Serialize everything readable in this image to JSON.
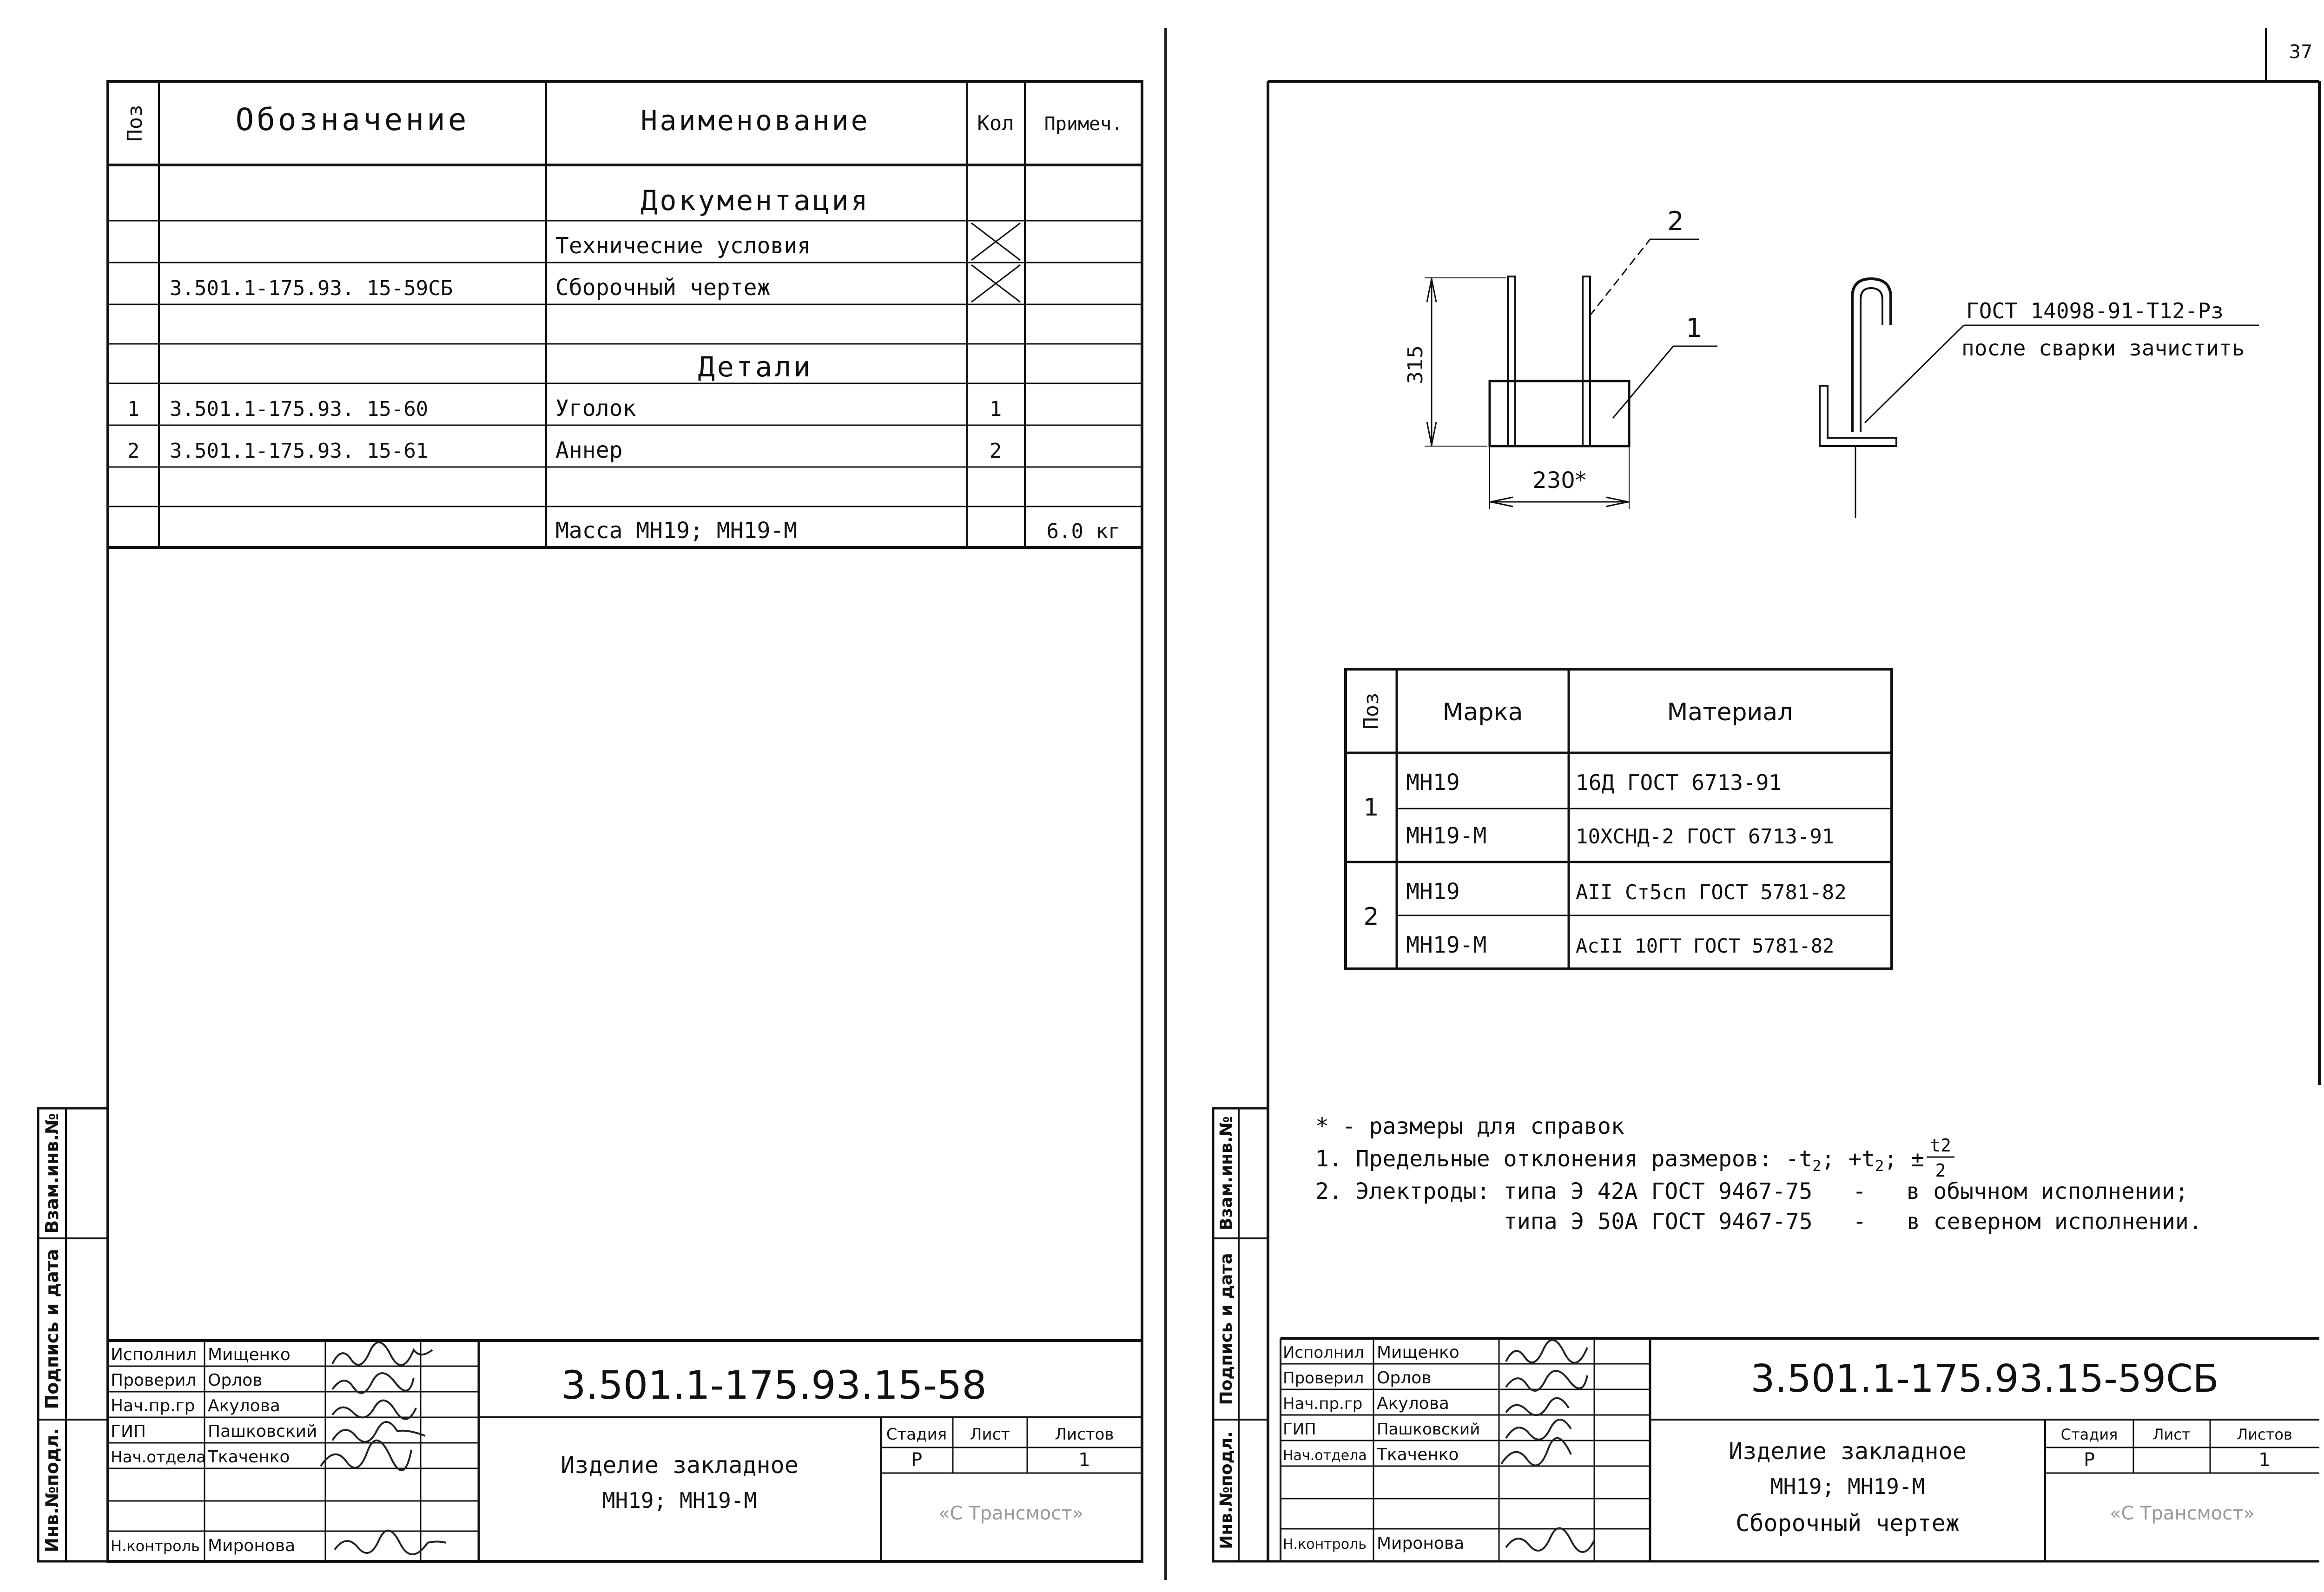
{
  "page_number": "37",
  "left": {
    "spec": {
      "headers": {
        "pos": "Поз",
        "designation": "Обозначение",
        "name": "Наименование",
        "qty": "Кол",
        "note": "Примеч."
      },
      "section_docs": "Документация",
      "rows_docs": [
        {
          "designation": "",
          "name": "Техничесние условия",
          "qty": "",
          "note": ""
        },
        {
          "designation": "3.501.1-175.93.   15-59СБ",
          "name": "Сборочный чертеж",
          "qty": "",
          "note": ""
        }
      ],
      "section_parts": "Детали",
      "rows_parts": [
        {
          "pos": "1",
          "designation": "3.501.1-175.93.   15-60",
          "name": "Уголок",
          "qty": "1",
          "note": ""
        },
        {
          "pos": "2",
          "designation": "3.501.1-175.93.   15-61",
          "name": "Аннер",
          "qty": "2",
          "note": ""
        }
      ],
      "mass": {
        "name": "Масса МН19; МН19-М",
        "note": "6.0 кг"
      }
    },
    "side_labels": {
      "inv_sub": "Инв.№подл.",
      "sign_date": "Подпись и дата",
      "vzam": "Взам.инв.№"
    },
    "title_block": {
      "roles": [
        {
          "role": "Исполнил",
          "person": "Мищенко"
        },
        {
          "role": "Проверил",
          "person": "Орлов"
        },
        {
          "role": "Нач.пр.гр",
          "person": "Акулова"
        },
        {
          "role": "ГИП",
          "person": "Пашковский"
        },
        {
          "role": "Нач.отдела",
          "person": "Ткаченко"
        },
        {
          "role": "",
          "person": ""
        },
        {
          "role": "Н.контроль",
          "person": "Миронова"
        }
      ],
      "code": "3.501.1-175.93.15-58",
      "title_line1": "Изделие закладное",
      "title_line2": "МН19; МН19-М",
      "title_line3": "",
      "stage_label": "Стадия",
      "sheet_label": "Лист",
      "sheets_label": "Листов",
      "stage": "Р",
      "sheet": "",
      "sheets": "1",
      "org": "«С Трансмост»"
    }
  },
  "right": {
    "drawing": {
      "callout_1": "1",
      "callout_2": "2",
      "dim_height": "315",
      "dim_width": "230*",
      "weld_note_1": "ГОСТ 14098-91-Т12-Рз",
      "weld_note_2": "после сварки зачистить"
    },
    "materials": {
      "headers": {
        "pos": "Поз",
        "mark": "Марка",
        "material": "Материал"
      },
      "rows": [
        {
          "pos": "1",
          "mark": "МН19",
          "material": "16Д ГОСТ 6713-91"
        },
        {
          "pos": "",
          "mark": "МН19-М",
          "material": "10ХСНД-2 ГОСТ 6713-91"
        },
        {
          "pos": "2",
          "mark": "МН19",
          "material": "AII Ст5сп ГОСТ 5781-82"
        },
        {
          "pos": "",
          "mark": "МН19-М",
          "material": "АсII 10ГТ ГОСТ 5781-82"
        }
      ]
    },
    "notes": {
      "star_note": "* - размеры для справок",
      "note1_prefix": "1. Предельные отклонения размеров: -t",
      "note1_sub": "2",
      "note1_mid": "; +t",
      "note1_sub2": "2",
      "note1_pm": "; ±",
      "note1_frac_num": "t2",
      "note1_frac_den": "2",
      "note2_line1": "2. Электроды: типа Э 42А ГОСТ 9467-75   -   в обычном исполнении;",
      "note2_line2": "типа Э 50А ГОСТ 9467-75   -   в северном исполнении."
    },
    "side_labels": {
      "inv_sub": "Инв.№подл.",
      "sign_date": "Подпись и дата",
      "vzam": "Взам.инв.№"
    },
    "title_block": {
      "roles": [
        {
          "role": "Исполнил",
          "person": "Мищенко"
        },
        {
          "role": "Проверил",
          "person": "Орлов"
        },
        {
          "role": "Нач.пр.гр",
          "person": "Акулова"
        },
        {
          "role": "ГИП",
          "person": "Пашковский"
        },
        {
          "role": "Нач.отдела",
          "person": "Ткаченко"
        },
        {
          "role": "",
          "person": ""
        },
        {
          "role": "Н.контроль",
          "person": "Миронова"
        }
      ],
      "code": "3.501.1-175.93.15-59СБ",
      "title_line1": "Изделие закладное",
      "title_line2": "МН19; МН19-М",
      "title_line3": "Сборочный чертеж",
      "stage_label": "Стадия",
      "sheet_label": "Лист",
      "sheets_label": "Листов",
      "stage": "Р",
      "sheet": "",
      "sheets": "1",
      "org": "«С Трансмост»"
    }
  }
}
